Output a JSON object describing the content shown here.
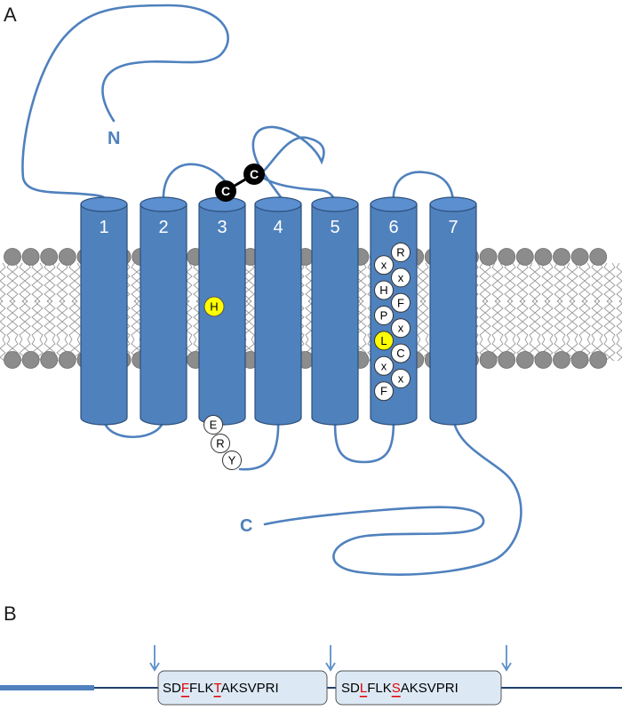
{
  "panels": {
    "a": "A",
    "b": "B"
  },
  "colors": {
    "helix": "#4f81bd",
    "helix_stroke": "#2c4f7c",
    "loop": "#4f81bd",
    "lipid_head": "#8c8c8c",
    "highlight": "#ffff00",
    "mutation": "#e00000",
    "seq_box": "#dce9f5"
  },
  "helices": [
    "1",
    "2",
    "3",
    "4",
    "5",
    "6",
    "7"
  ],
  "termini": {
    "n": "N",
    "c": "C"
  },
  "disulfide": [
    "C",
    "C"
  ],
  "helix3": {
    "motif": "H",
    "ery": [
      "E",
      "R",
      "Y"
    ]
  },
  "helix6_motif": [
    "R",
    "x",
    "x",
    "H",
    "F",
    "P",
    "x",
    "L",
    "C",
    "x",
    "x",
    "F"
  ],
  "sequences": {
    "box1": {
      "pre": "SD",
      "m1": "F",
      "mid": "FLK",
      "m2": "T",
      "post": "AKSVPRI"
    },
    "box2": {
      "pre": "SD",
      "m1": "L",
      "mid": "FLK",
      "m2": "S",
      "post": "AKSVPRI"
    }
  }
}
